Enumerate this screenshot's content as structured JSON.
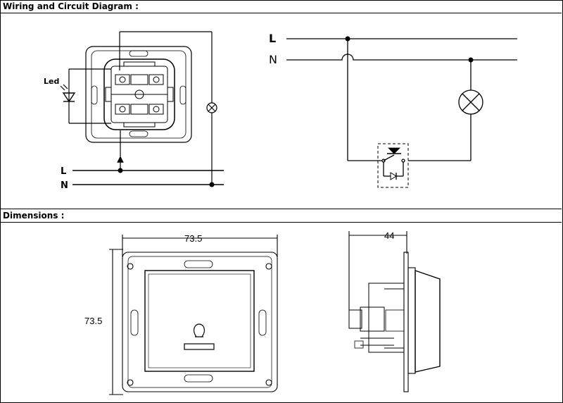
{
  "sections": {
    "wiring_title": "Wiring and Circuit Diagram :",
    "dimensions_title": "Dimensions :"
  },
  "wiring": {
    "led_label": "Led",
    "line_label": "L",
    "neutral_label": "N"
  },
  "circuit": {
    "line_label": "L",
    "neutral_label": "N"
  },
  "dimensions": {
    "width_label": "73.5",
    "height_label": "73.5",
    "depth_label": "44"
  }
}
